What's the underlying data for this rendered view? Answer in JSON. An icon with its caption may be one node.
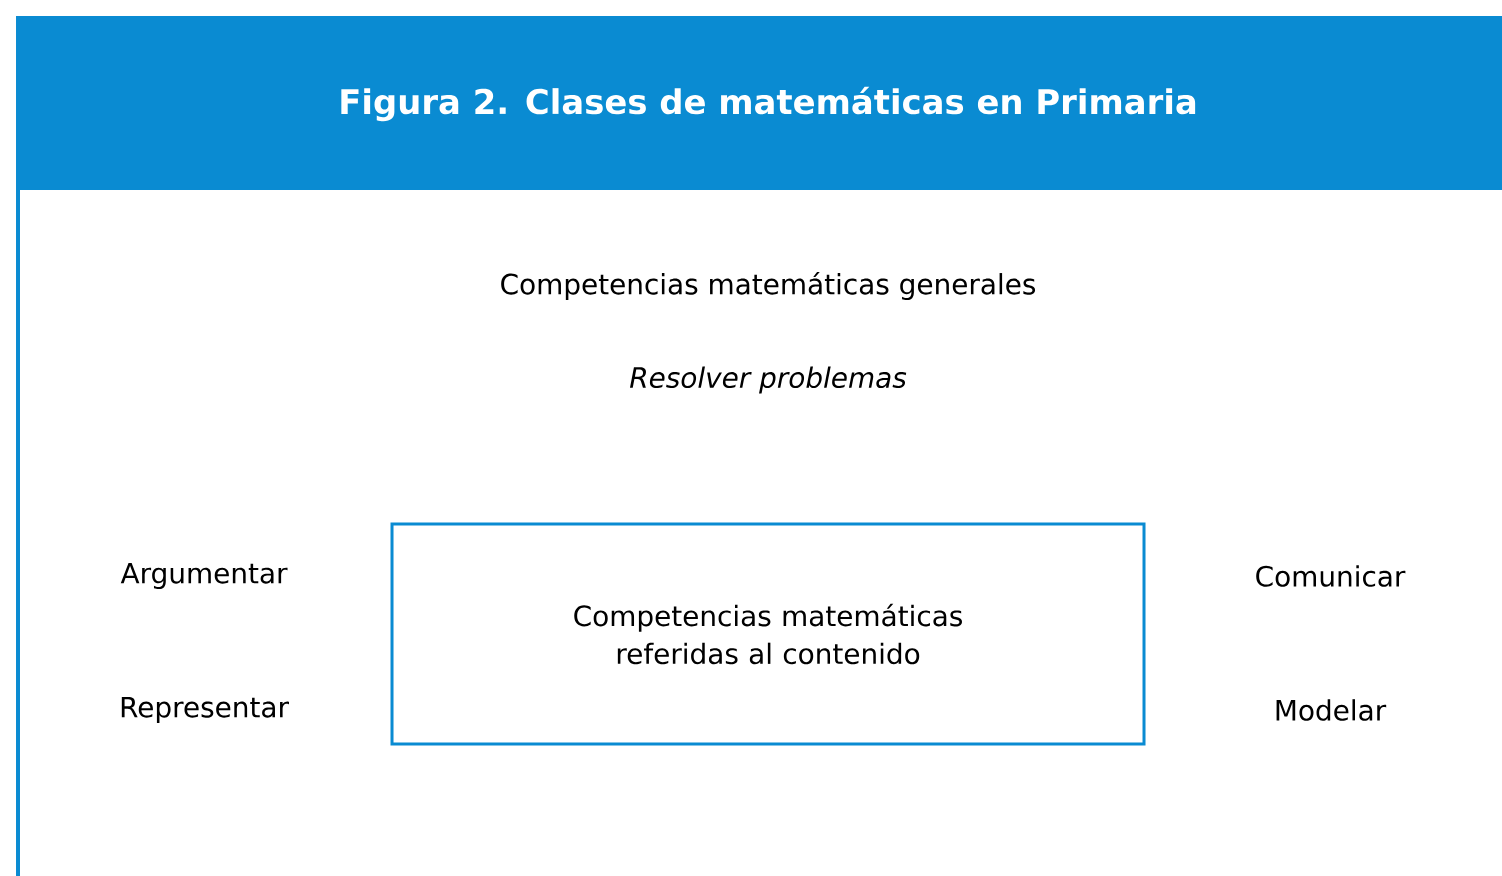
{
  "diagram": {
    "title": "Figura 2. Clases de matemáticas en Primaria",
    "nodes": [
      {
        "text": [
          "Competencias matemáticas referidas al contenido"
        ]
      }
    ],
    "labels": [
      "Competencias matemáticas generales",
      "Resolver problemas",
      "Argumentar",
      "Comunicar",
      "Representar",
      "Modelar"
    ]
  }
}
